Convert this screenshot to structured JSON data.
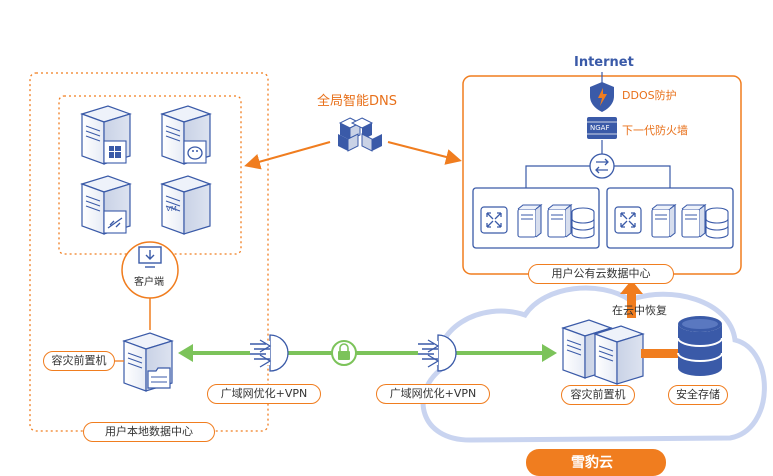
{
  "dns": {
    "label": "全局智能DNS"
  },
  "local_dc": {
    "title": "用户本地数据中心",
    "client_label": "客户端",
    "standby_label": "容灾前置机"
  },
  "public_dc": {
    "title": "用户公有云数据中心",
    "internet_label": "Internet",
    "ddos_label": "DDOS防护",
    "ngfw_label": "下一代防火墙",
    "ngfw_badge": "NGAF"
  },
  "links": {
    "wan_left": "广域网优化+VPN",
    "wan_right": "广域网优化+VPN"
  },
  "cloud": {
    "recover_label": "在云中恢复",
    "standby_label": "容灾前置机",
    "storage_label": "安全存储",
    "brand": "雪豹云"
  },
  "colors": {
    "accent": "#f07d1f",
    "green": "#7cc35a",
    "blue": "#3a5aa8",
    "cloud": "#c9d4f0"
  },
  "icons": [
    "server-icon",
    "windows-icon",
    "vm-icon",
    "dns-cube-icon",
    "shield-icon",
    "firewall-icon",
    "router-icon",
    "switch-icon",
    "storage-icon",
    "lock-icon",
    "wan-optimizer-icon",
    "monitor-icon",
    "folder-icon"
  ]
}
